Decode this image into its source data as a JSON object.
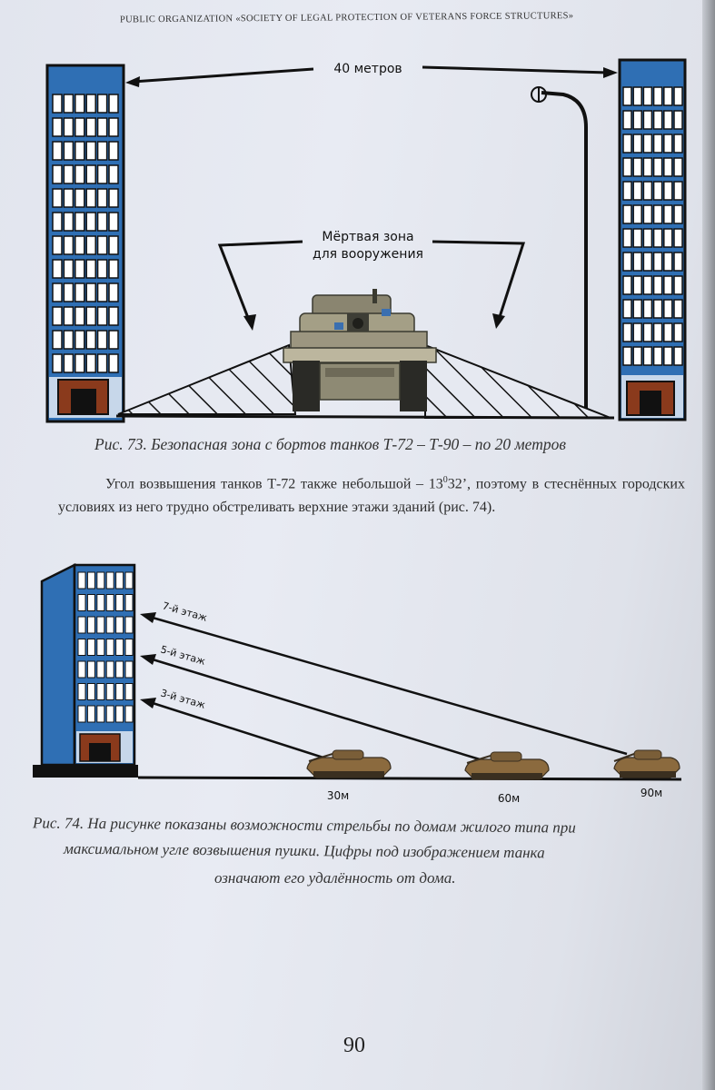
{
  "header": "Public organization «Society of Legal protection of Veterans Force Structures»",
  "figure73": {
    "distance_label": "40 метров",
    "dead_zone_line1": "Мёртвая зона",
    "dead_zone_line2": "для вооружения",
    "caption": "Рис. 73. Безопасная зона с бортов танков Т-72 – Т-90 – по 20 метров"
  },
  "paragraph": {
    "before_sup": "Угол возвышения танков Т-72 также небольшой – 13",
    "sup": "0",
    "after_sup": "32’, поэтому в стеснённых городских условиях из него трудно обстреливать верхние этажи зданий (рис. 74)."
  },
  "figure74": {
    "floors": [
      "7-й этаж",
      "5-й этаж",
      "3-й этаж"
    ],
    "distances": [
      "30м",
      "60м",
      "90м"
    ],
    "caption_line1": "Рис. 74. На рисунке показаны возможности стрельбы по домам жилого типа при",
    "caption_line2": "максимальном угле возвышения пушки. Цифры под изображением танка",
    "caption_line3": "означают его удалённость от дома."
  },
  "page_number": "90"
}
